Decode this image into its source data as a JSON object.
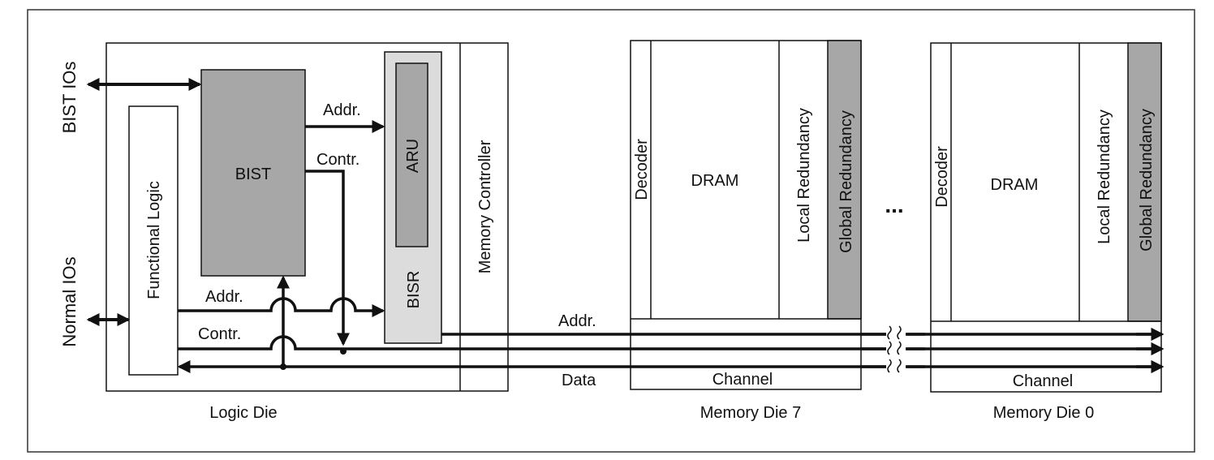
{
  "colors": {
    "line": "#111111",
    "dark_block": "#a7a7a7",
    "light_block": "#dcdcdc",
    "white": "#ffffff"
  },
  "io_labels": {
    "bist_ios": "BIST IOs",
    "normal_ios": "Normal IOs"
  },
  "logic_die": {
    "caption": "Logic Die",
    "functional_logic": "Functional Logic",
    "bist": "BIST",
    "aru": "ARU",
    "bisr": "BISR",
    "memory_controller": "Memory Controller",
    "addr_top": "Addr.",
    "contr_top": "Contr.",
    "addr_low": "Addr.",
    "contr_low": "Contr."
  },
  "bus_labels": {
    "addr": "Addr.",
    "data": "Data"
  },
  "ellipsis": "...",
  "memory_dies": [
    {
      "caption": "Memory Die 7",
      "decoder": "Decoder",
      "dram": "DRAM",
      "local_redundancy": "Local Redundancy",
      "global_redundancy": "Global Redundancy",
      "channel": "Channel"
    },
    {
      "caption": "Memory Die 0",
      "decoder": "Decoder",
      "dram": "DRAM",
      "local_redundancy": "Local Redundancy",
      "global_redundancy": "Global Redundancy",
      "channel": "Channel"
    }
  ]
}
